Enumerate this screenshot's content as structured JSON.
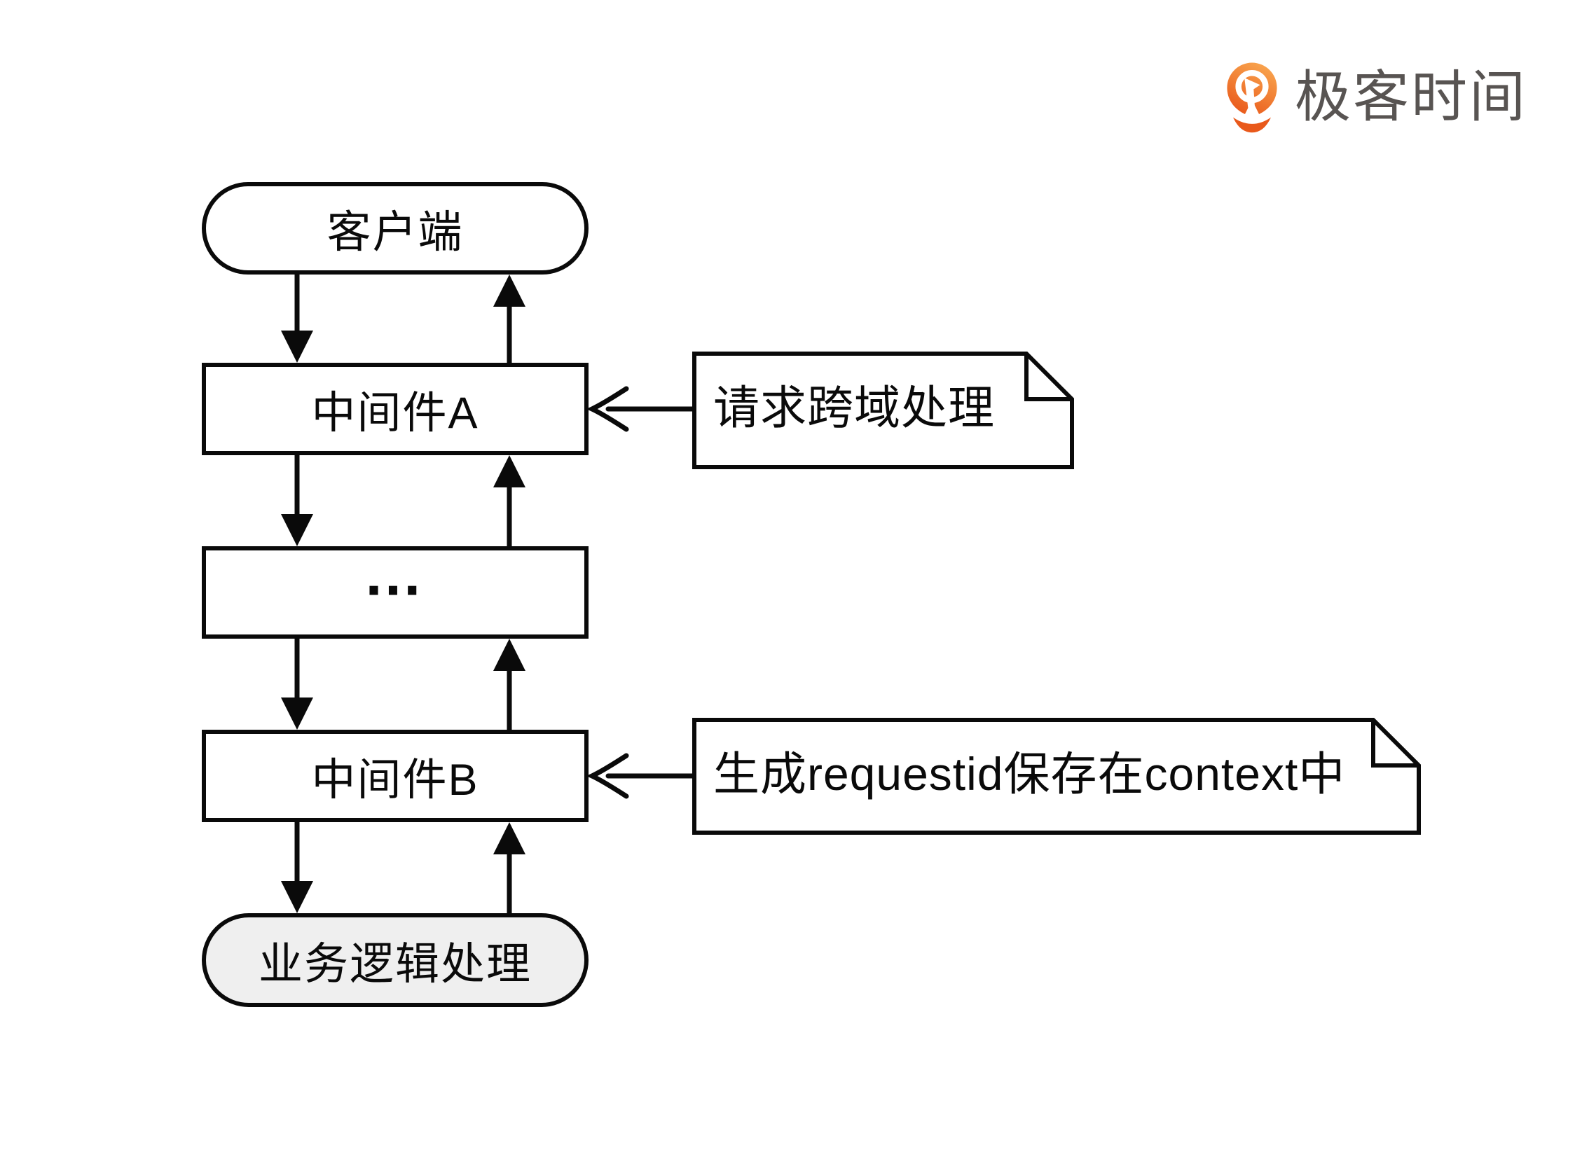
{
  "logo": {
    "text": "极客时间",
    "icon": "geektime-pin-icon",
    "icon_orange_light": "#F9A64F",
    "icon_orange_dark": "#E9591B",
    "text_color": "#585452"
  },
  "diagram": {
    "nodes": [
      {
        "id": "client",
        "label": "客户端",
        "shape": "stadium"
      },
      {
        "id": "middleware-a",
        "label": "中间件A",
        "shape": "rect"
      },
      {
        "id": "dots",
        "label": "…",
        "shape": "rect"
      },
      {
        "id": "middleware-b",
        "label": "中间件B",
        "shape": "rect"
      },
      {
        "id": "business-logic",
        "label": "业务逻辑处理",
        "shape": "stadium"
      }
    ],
    "notes": [
      {
        "id": "note-cors",
        "label": "请求跨域处理",
        "target": "middleware-a"
      },
      {
        "id": "note-requestid",
        "label": "生成requestid保存在context中",
        "target": "middleware-b"
      }
    ],
    "colors": {
      "stroke": "#0a0a0a",
      "node_fill": "#ffffff",
      "terminal_fill": "#efefef",
      "note_fill": "#ffffff"
    }
  }
}
